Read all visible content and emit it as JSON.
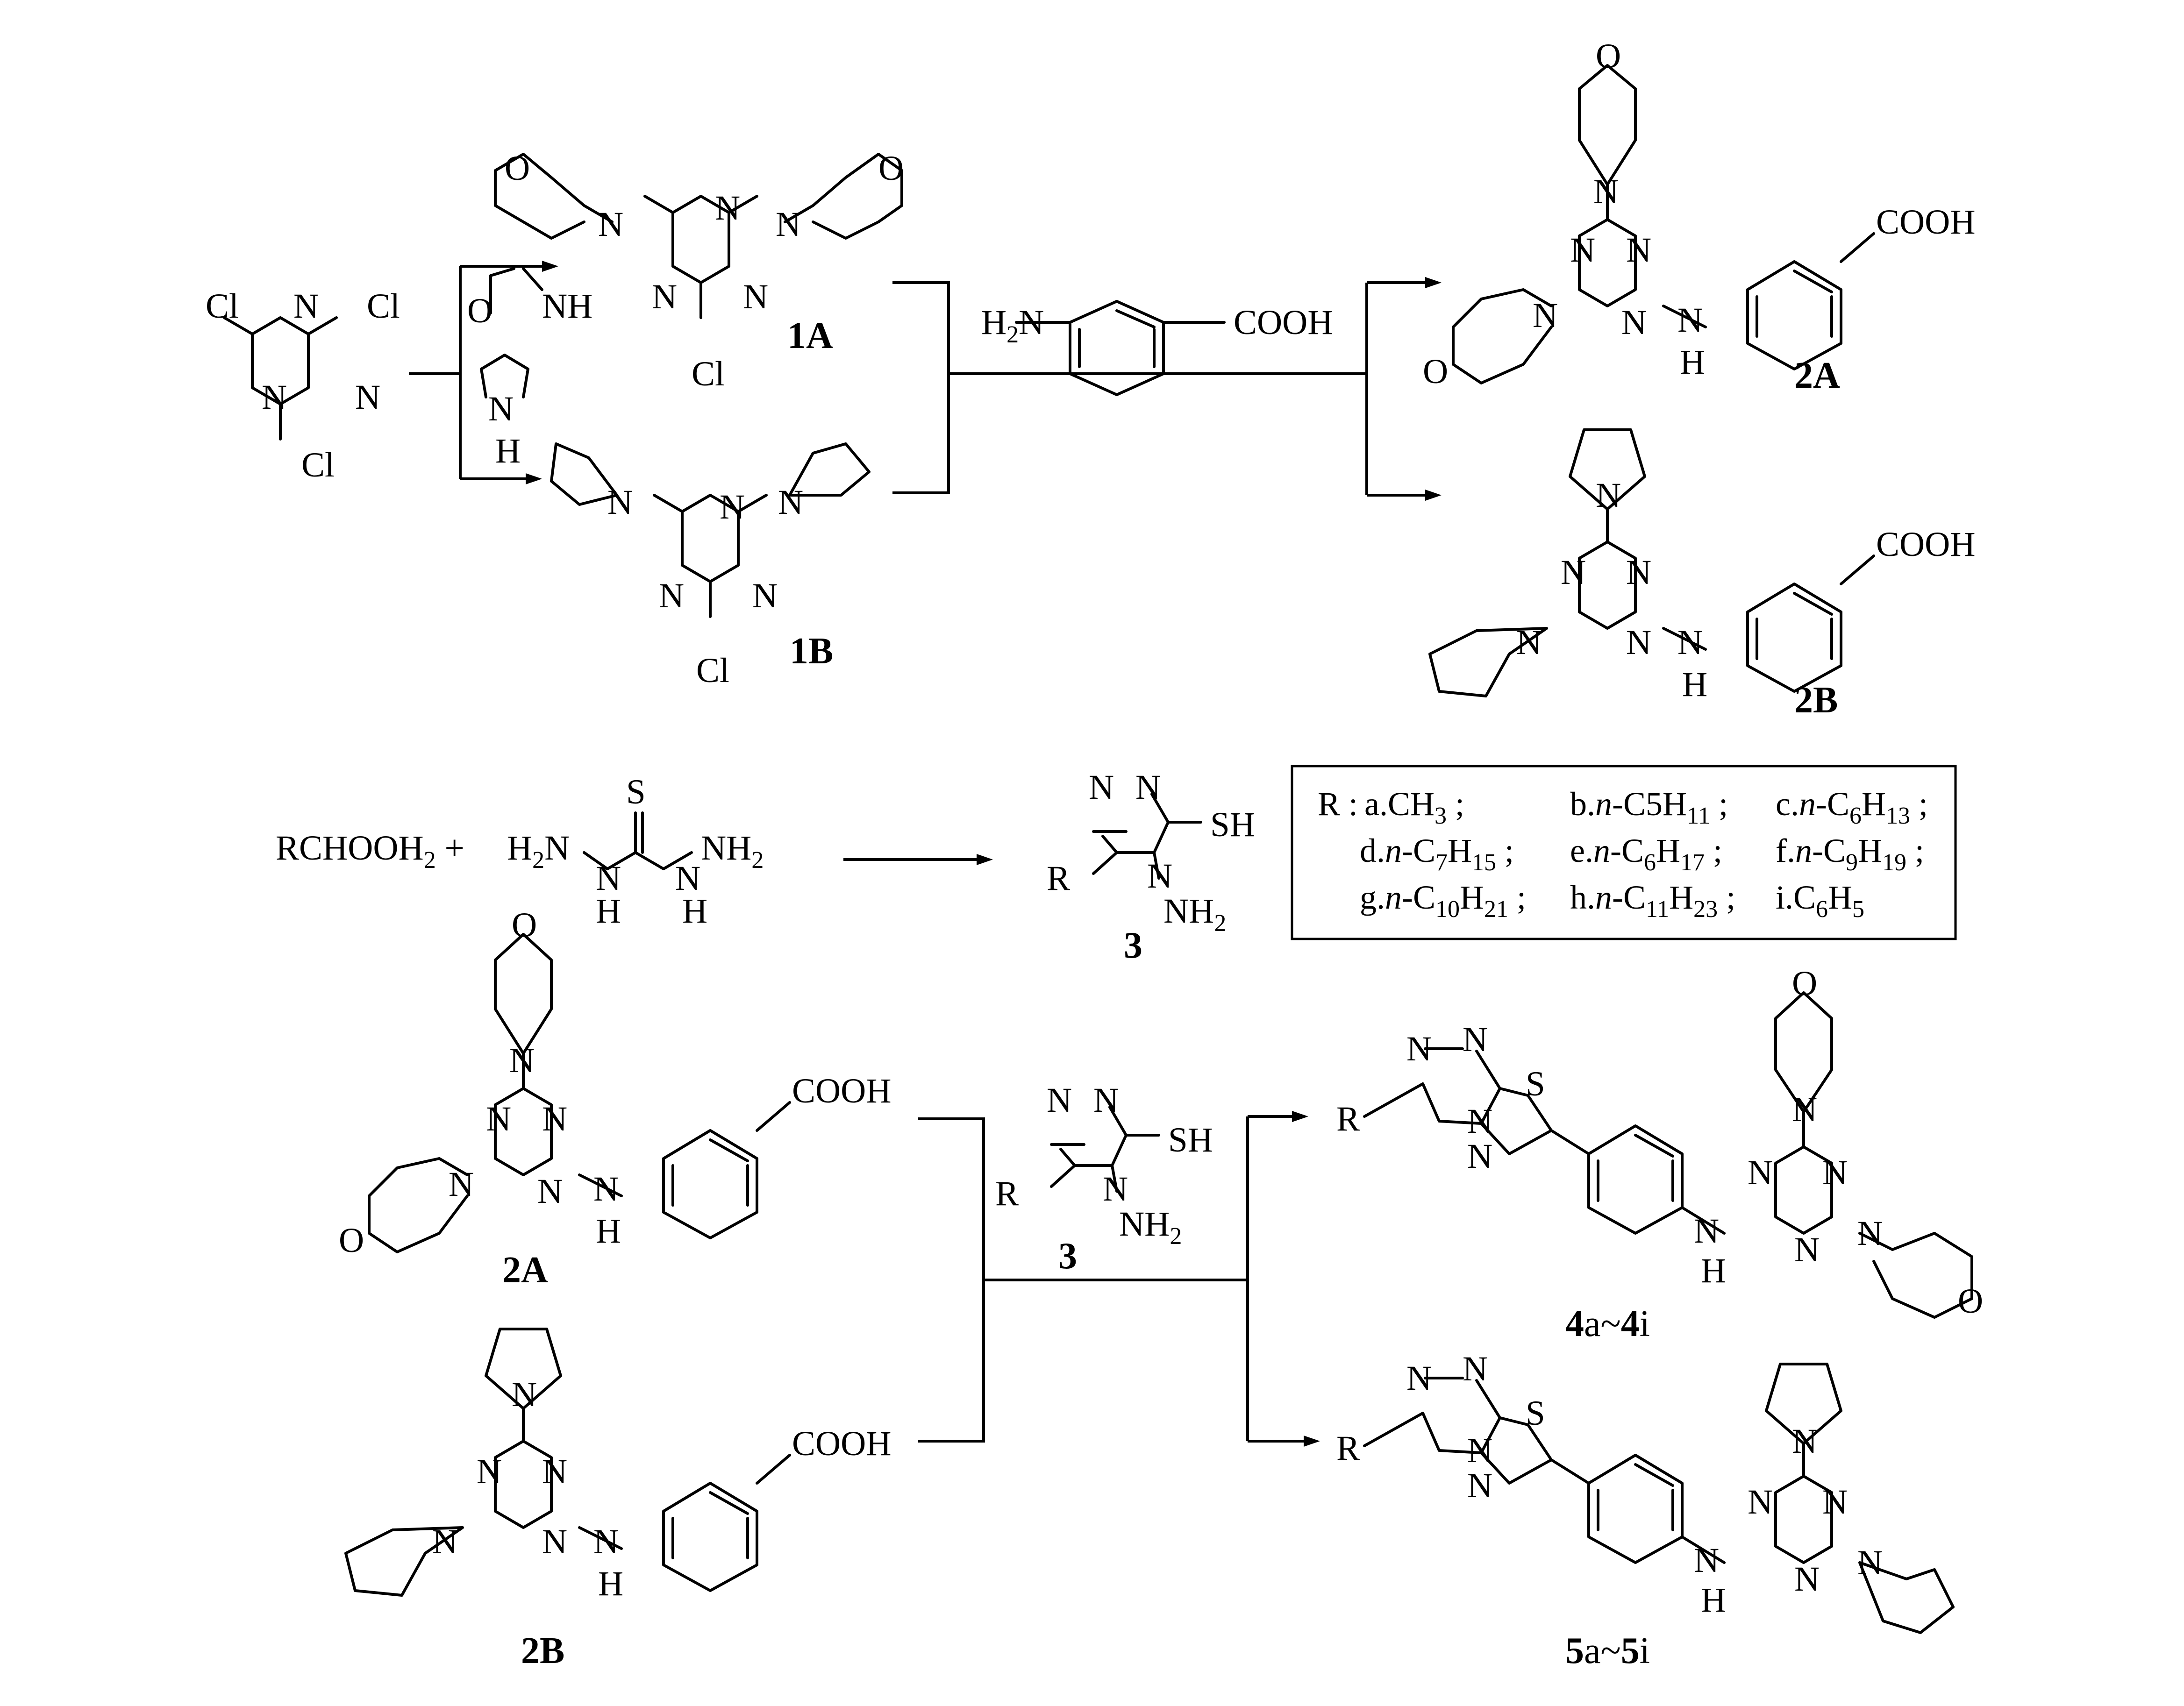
{
  "atoms": {
    "N": "N",
    "O": "O",
    "S": "S",
    "Cl": "Cl",
    "H": "H",
    "NH": "NH",
    "R": "R",
    "SH": "SH",
    "COOH": "COOH",
    "H2N": [
      "H",
      "2",
      "N"
    ],
    "NH2": [
      "NH",
      "2"
    ]
  },
  "reagents": {
    "rcoohh": [
      "RCHOOH",
      "2",
      " +"
    ],
    "thiocarbohydrazide_left": [
      "H",
      "2",
      "N"
    ],
    "thiocarbohydrazide_right": [
      "NH",
      "2"
    ]
  },
  "labels": {
    "c1A": "1A",
    "c1B": "1B",
    "c2A": "2A",
    "c2B": "2B",
    "c3": "3",
    "c2A_b": "2A",
    "c2B_b": "2B",
    "c3_b": "3",
    "c4": [
      "4",
      "a~",
      "4",
      "i"
    ],
    "c5": [
      "5",
      "a~",
      "5",
      "i"
    ]
  },
  "r_groups": {
    "header": "R :",
    "a": [
      "a.CH",
      "3",
      " ;"
    ],
    "b": [
      "b.",
      "n",
      "-C5H",
      "11",
      " ;"
    ],
    "c": [
      "c.",
      "n",
      "-C",
      "6",
      "H",
      "13",
      " ;"
    ],
    "d": [
      "d.",
      "n",
      "-C",
      "7",
      "H",
      "15",
      " ;"
    ],
    "e": [
      "e.",
      "n",
      "-C",
      "6",
      "H",
      "17",
      " ;"
    ],
    "f": [
      "f.",
      "n",
      "-C",
      "9",
      "H",
      "19",
      " ;"
    ],
    "g": [
      "g.",
      "n",
      "-C",
      "10",
      "H",
      "21",
      " ;"
    ],
    "h": [
      "h.",
      "n",
      "-C",
      "11",
      "H",
      "23",
      " ;"
    ],
    "i": [
      "i.C",
      "6",
      "H",
      "5"
    ]
  }
}
